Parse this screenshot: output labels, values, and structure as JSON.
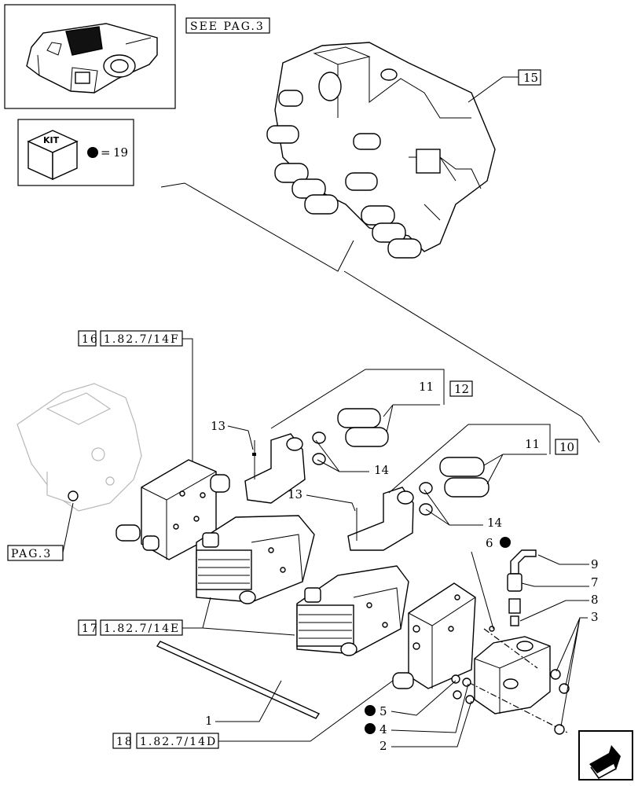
{
  "header": {
    "see_page": "SEE PAG.3",
    "kit_label": "KIT",
    "kit_number": "19",
    "kit_equals": "="
  },
  "references": {
    "ref_16": {
      "num": "16",
      "page": "1.82.7/14F"
    },
    "ref_17": {
      "num": "17",
      "page": "1.82.7/14E"
    },
    "ref_18": {
      "num": "18",
      "page": "1.82.7/14D"
    },
    "pag3": "PAG.3"
  },
  "callouts": {
    "c15": "15",
    "c12": "12",
    "c10": "10",
    "c11a": "11",
    "c11b": "11",
    "c13a": "13",
    "c13b": "13",
    "c14a": "14",
    "c14b": "14",
    "c6": "6",
    "c9": "9",
    "c7": "7",
    "c8": "8",
    "c3": "3",
    "c5": "5",
    "c4": "4",
    "c2": "2",
    "c1": "1"
  },
  "icons": {
    "nav": "next-page-arrow-icon",
    "kit": "kit-cube-icon",
    "bullet": "kit-dot-icon"
  },
  "colors": {
    "ink": "#000000",
    "ghost": "#b8b8b8",
    "paper": "#ffffff"
  }
}
